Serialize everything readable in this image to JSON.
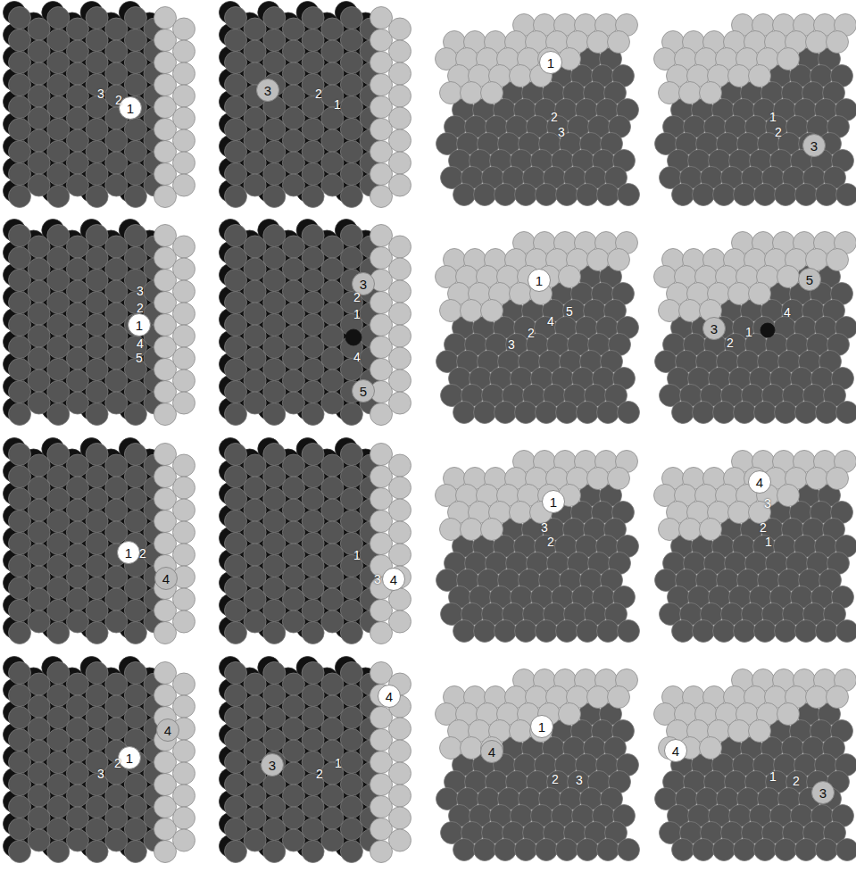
{
  "diagram": {
    "nodes": [
      {
        "text": [
          "1"
        ]
      },
      {
        "text": [
          "3"
        ]
      },
      {
        "text": [
          "1"
        ]
      },
      {
        "text": [
          "3"
        ]
      },
      {
        "text": [
          "1"
        ]
      },
      {
        "text": [
          "3"
        ]
      },
      {
        "text": [
          "5"
        ]
      },
      {
        "text": [
          "1"
        ]
      },
      {
        "text": [
          "5"
        ]
      },
      {
        "text": [
          "3"
        ]
      },
      {
        "text": [
          "1"
        ]
      },
      {
        "text": [
          "4"
        ]
      },
      {
        "text": [
          "4"
        ]
      },
      {
        "text": [
          "1"
        ]
      },
      {
        "text": [
          "4"
        ]
      },
      {
        "text": [
          "1"
        ]
      },
      {
        "text": [
          "4"
        ]
      },
      {
        "text": [
          "3"
        ]
      },
      {
        "text": [
          "4"
        ]
      },
      {
        "text": [
          "1"
        ]
      },
      {
        "text": [
          "4"
        ]
      },
      {
        "text": [
          "4"
        ]
      },
      {
        "text": [
          "3"
        ]
      }
    ],
    "labels": [
      "3",
      "2",
      "2",
      "1",
      "2",
      "3",
      "1",
      "2",
      "3",
      "2",
      "4",
      "5",
      "2",
      "1",
      "4",
      "3",
      "2",
      "4",
      "5",
      "4",
      "2",
      "1",
      "2",
      "1",
      "3",
      "3",
      "2",
      "3",
      "2",
      "1",
      "2",
      "3",
      "2",
      "1",
      "2",
      "3",
      "1",
      "2"
    ]
  }
}
